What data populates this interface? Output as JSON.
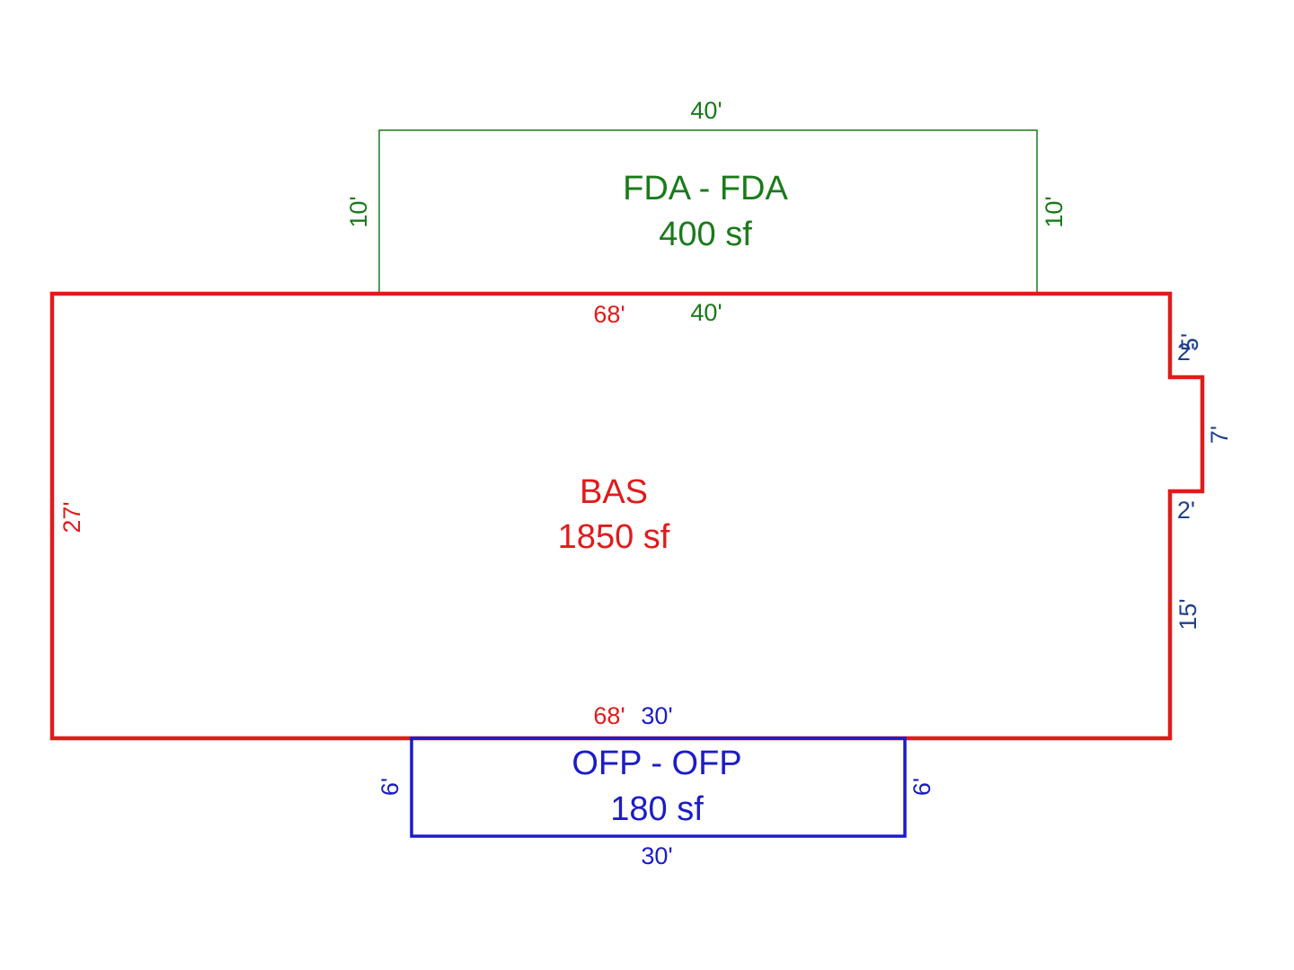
{
  "colors": {
    "fda": "#1a7a1a",
    "bas": "#e01b1b",
    "ofp": "#1c1cc8",
    "dim_blue": "#1f3f8c"
  },
  "areas": {
    "fda": {
      "name": "FDA - FDA",
      "area": "400 sf"
    },
    "bas": {
      "name": "BAS",
      "area": "1850 sf"
    },
    "ofp": {
      "name": "OFP - OFP",
      "area": "180 sf"
    }
  },
  "dimensions": {
    "fda_top": "40'",
    "fda_left": "10'",
    "fda_right": "10'",
    "fda_bottom": "40'",
    "bas_top": "68'",
    "bas_bottom": "68'",
    "bas_left": "27'",
    "bas_right_upper": "5'",
    "bas_notch_top": "2'",
    "bas_notch_side": "7'",
    "bas_notch_bottom": "2'",
    "bas_right_lower": "15'",
    "ofp_top": "30'",
    "ofp_bottom": "30'",
    "ofp_left": "6'",
    "ofp_right": "6'"
  }
}
